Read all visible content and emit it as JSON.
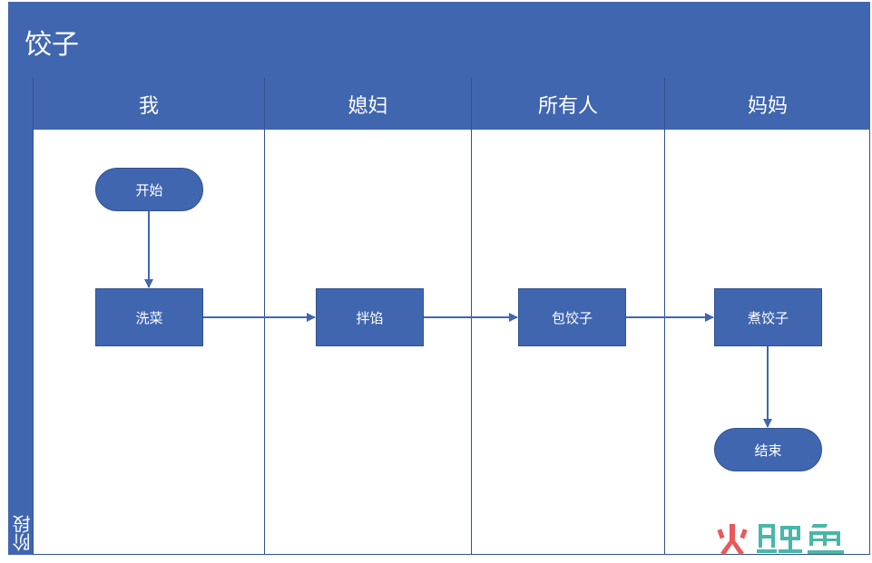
{
  "title": "饺子",
  "phase_label": "阶段",
  "lanes": [
    {
      "label": "我"
    },
    {
      "label": "媳妇"
    },
    {
      "label": "所有人"
    },
    {
      "label": "妈妈"
    }
  ],
  "nodes": {
    "start": "开始",
    "wash": "洗菜",
    "stuffing": "拌馅",
    "wrap": "包饺子",
    "boil": "煮饺子",
    "end": "结束"
  },
  "watermark": "火鲤鱼",
  "colors": {
    "primary": "#4066b0",
    "border": "#2f528f",
    "watermark_red": "#e85a5a",
    "watermark_teal": "#48b7a8"
  }
}
